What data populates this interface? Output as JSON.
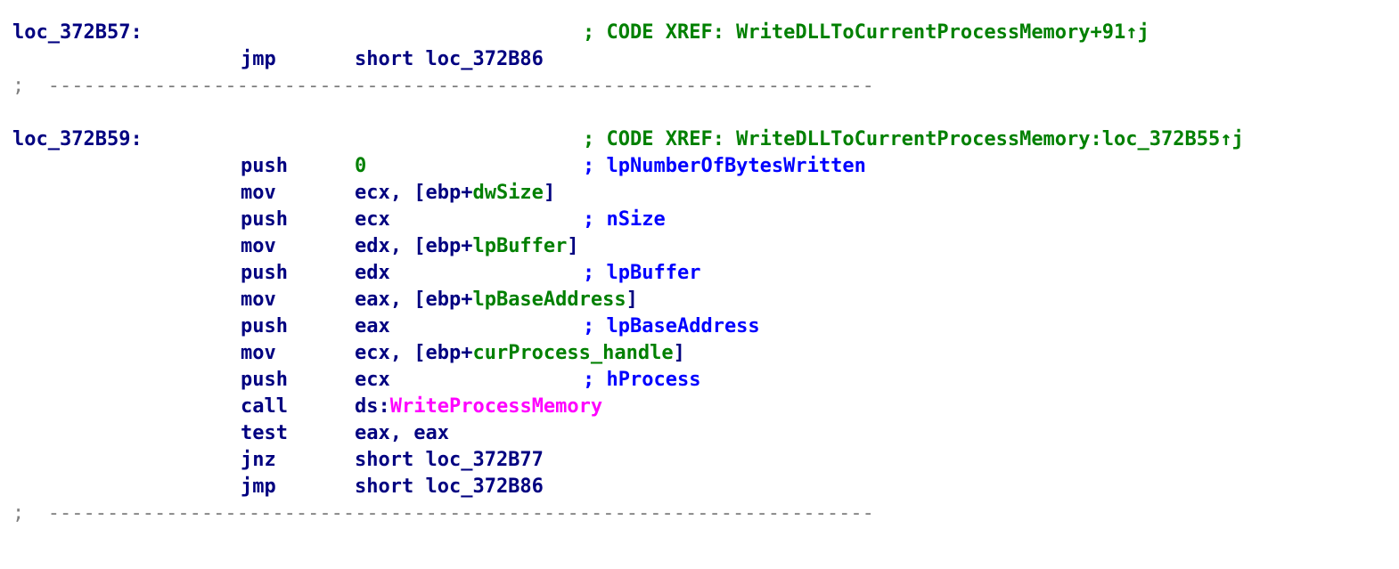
{
  "listing": {
    "block1": {
      "label": "loc_372B57:",
      "xref": "; CODE XREF: WriteDLLToCurrentProcessMemory+91↑j",
      "instr": {
        "mnem": "jmp",
        "op": "short loc_372B86"
      }
    },
    "separator": ";  ----------------------------------------------------------------------",
    "block2": {
      "label": "loc_372B59:",
      "xref": "; CODE XREF: WriteDLLToCurrentProcessMemory:loc_372B55↑j",
      "instrs": [
        {
          "mnem": "push",
          "op": "0",
          "cmt": "; lpNumberOfBytesWritten"
        },
        {
          "mnem": "mov",
          "op_reg": "ecx, [ebp+",
          "op_var": "dwSize",
          "op_end": "]"
        },
        {
          "mnem": "push",
          "op": "ecx",
          "cmt": "; nSize"
        },
        {
          "mnem": "mov",
          "op_reg": "edx, [ebp+",
          "op_var": "lpBuffer",
          "op_end": "]"
        },
        {
          "mnem": "push",
          "op": "edx",
          "cmt": "; lpBuffer"
        },
        {
          "mnem": "mov",
          "op_reg": "eax, [ebp+",
          "op_var": "lpBaseAddress",
          "op_end": "]"
        },
        {
          "mnem": "push",
          "op": "eax",
          "cmt": "; lpBaseAddress"
        },
        {
          "mnem": "mov",
          "op_reg": "ecx, [ebp+",
          "op_var": "curProcess_handle",
          "op_end": "]"
        },
        {
          "mnem": "push",
          "op": "ecx",
          "cmt": "; hProcess"
        },
        {
          "mnem": "call",
          "op_reg": "ds:",
          "op_import": "WriteProcessMemory"
        },
        {
          "mnem": "test",
          "op": "eax, eax"
        },
        {
          "mnem": "jnz",
          "op": "short loc_372B77"
        },
        {
          "mnem": "jmp",
          "op": "short loc_372B86"
        }
      ]
    }
  },
  "colors": {
    "code": "#000080",
    "xref_comment": "#008000",
    "arg_comment": "#0000ff",
    "variable": "#008000",
    "import": "#ff00ff",
    "separator": "#808080"
  }
}
